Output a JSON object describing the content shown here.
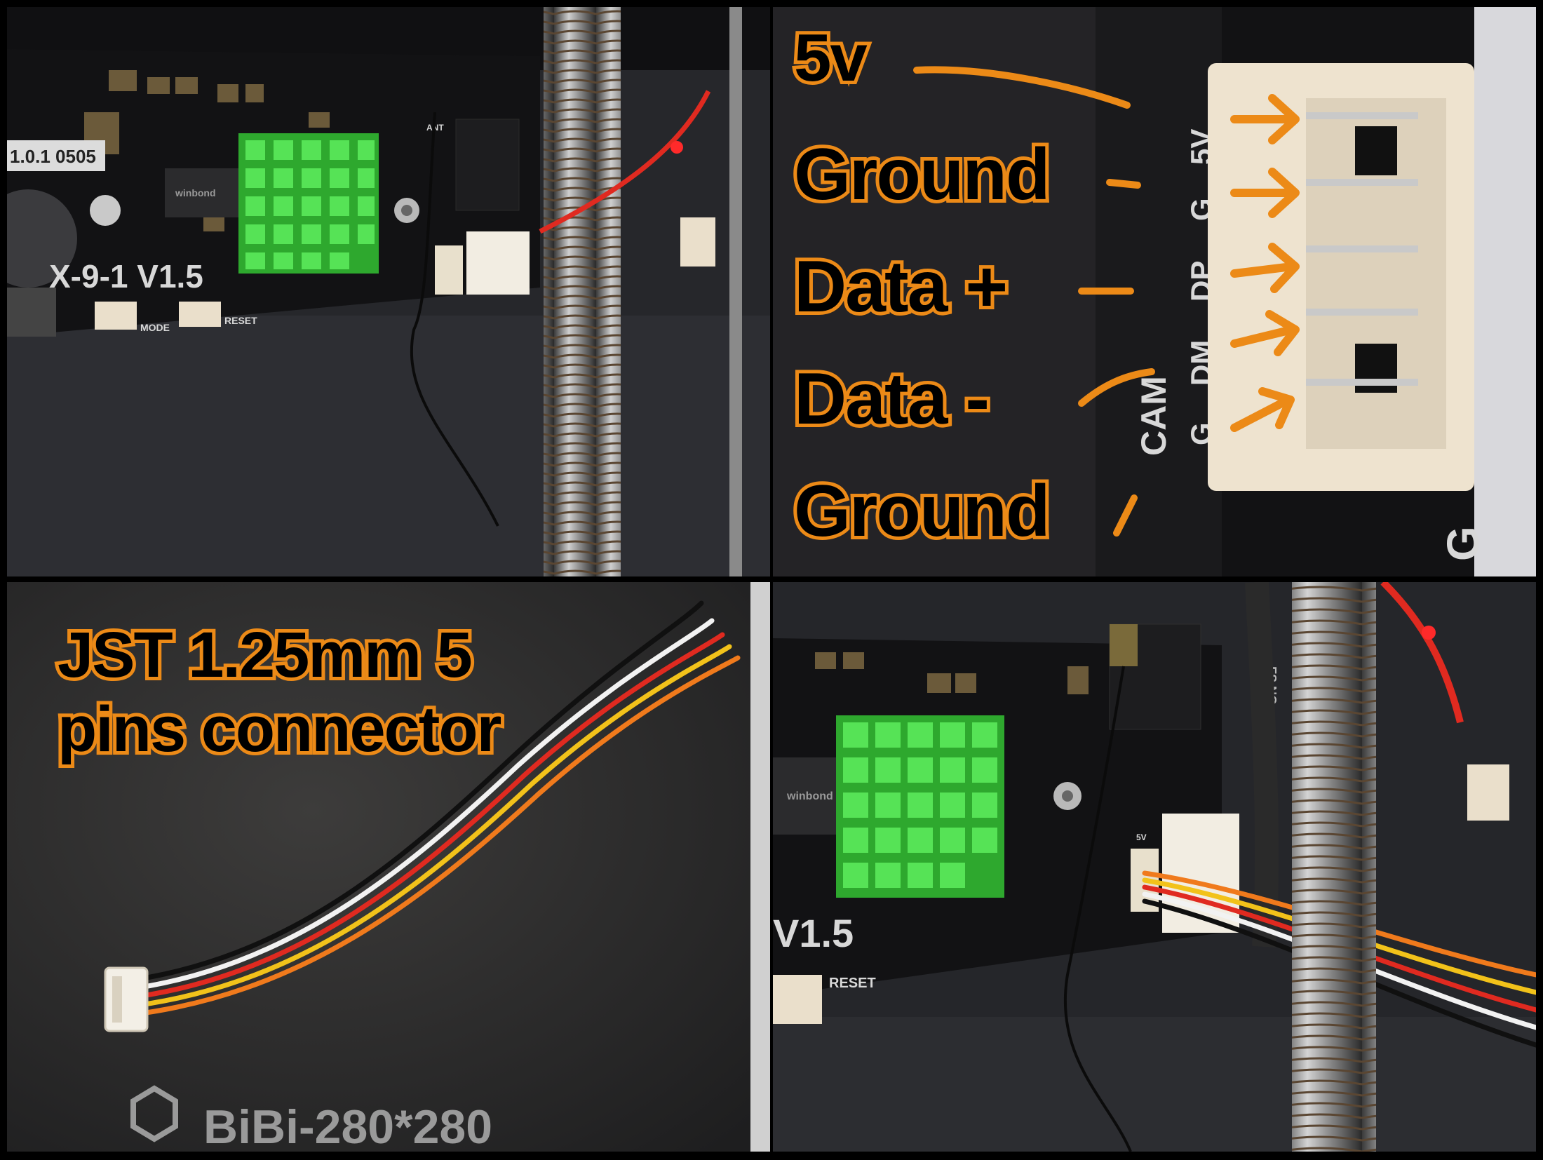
{
  "top_left": {
    "board_version": "1.0.1 0505",
    "board_model": "X-9-1 V1.5",
    "chip_brand": "winbond",
    "silk_mode": "MODE",
    "silk_reset": "RESET",
    "silk_ant": "ANT"
  },
  "top_right": {
    "pin_labels": [
      "5v",
      "Ground",
      "Data +",
      "Data -",
      "Ground"
    ],
    "silk_pins": [
      "5V",
      "G",
      "DP",
      "DM",
      "G"
    ],
    "silk_camera": "CAM",
    "silk_g_edge": "G"
  },
  "bottom_left": {
    "label_line_1": "JST 1.25mm 5",
    "label_line_2": "pins connector",
    "bed_print": "BiBi-280*280"
  },
  "bottom_right": {
    "board_version_fragment": "V1.5",
    "chip_brand": "winbond",
    "silk_reset": "RESET",
    "silk_5v": "5V",
    "cable_print": "FS NO"
  },
  "colors": {
    "annotation_orange": "#ec8a17",
    "heatsink_green": "#3fd23f",
    "pcb_black": "#121214",
    "connector_cream": "#eee3cf",
    "wire_red": "#e02a20",
    "wire_orange": "#f07a1c",
    "wire_white": "#f2f2f2",
    "wire_yellow": "#f2c21a",
    "wire_black": "#101010"
  }
}
